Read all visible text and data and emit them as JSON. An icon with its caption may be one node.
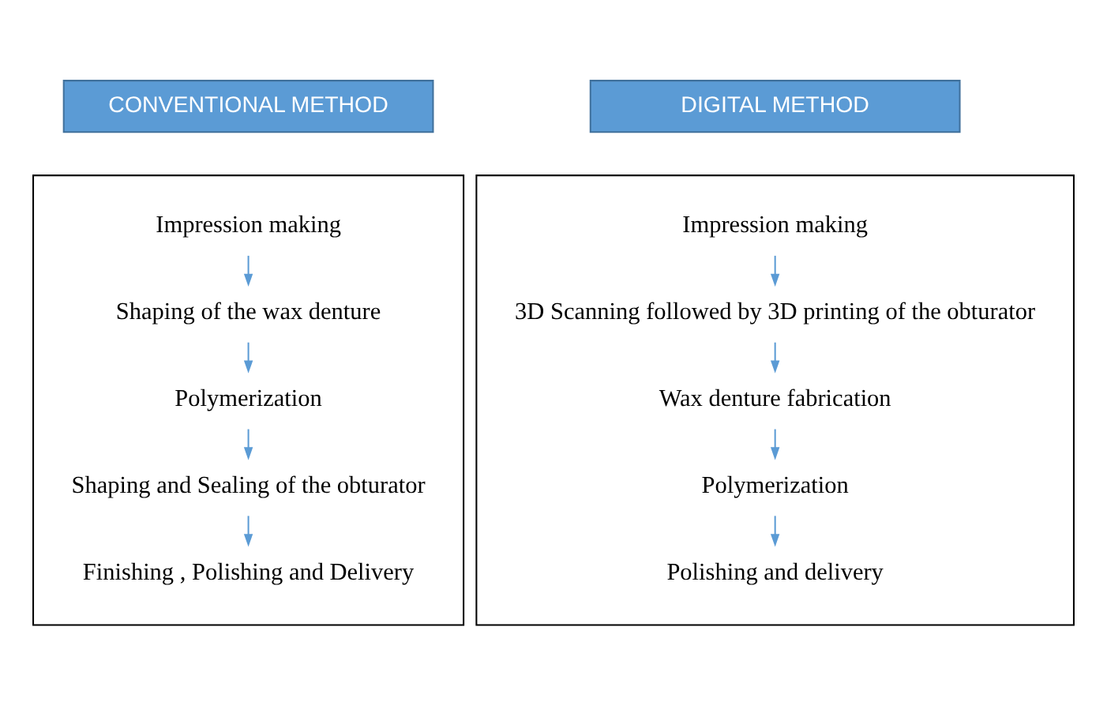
{
  "diagram": {
    "nodes": [
      {
        "text": [
          "CONVENTIONAL METHOD"
        ]
      },
      {
        "text": [
          "DIGITAL METHOD"
        ]
      },
      {
        "text": [],
        "shape": "box"
      },
      {
        "text": [
          "Impression making"
        ],
        "in": 2
      },
      {
        "text": [
          "Shaping of the wax denture"
        ],
        "in": 2
      },
      {
        "text": [
          "Polymerization"
        ],
        "in": 2
      },
      {
        "text": [
          "Shaping and Sealing of the obturator"
        ],
        "in": 2
      },
      {
        "text": [
          "Finishing , Polishing and Delivery"
        ],
        "in": 2
      },
      {
        "text": [],
        "shape": "box"
      },
      {
        "text": [
          "Impression making"
        ],
        "in": 8
      },
      {
        "text": [
          "3D Scanning followed by 3D printing of the obturator"
        ],
        "in": 8
      },
      {
        "text": [
          "Wax denture fabrication"
        ],
        "in": 8
      },
      {
        "text": [
          "Polymerization"
        ],
        "in": 8
      },
      {
        "text": [
          "Polishing and delivery"
        ],
        "in": 8
      }
    ],
    "edges": [
      {
        "from": 3,
        "to": 4,
        "arrow": "to"
      },
      {
        "from": 4,
        "to": 5,
        "arrow": "to"
      },
      {
        "from": 5,
        "to": 6,
        "arrow": "to"
      },
      {
        "from": 6,
        "to": 7,
        "arrow": "to"
      },
      {
        "from": 9,
        "to": 10,
        "arrow": "to"
      },
      {
        "from": 10,
        "to": 11,
        "arrow": "to"
      },
      {
        "from": 11,
        "to": 12,
        "arrow": "to"
      },
      {
        "from": 12,
        "to": 13,
        "arrow": "to"
      }
    ]
  }
}
